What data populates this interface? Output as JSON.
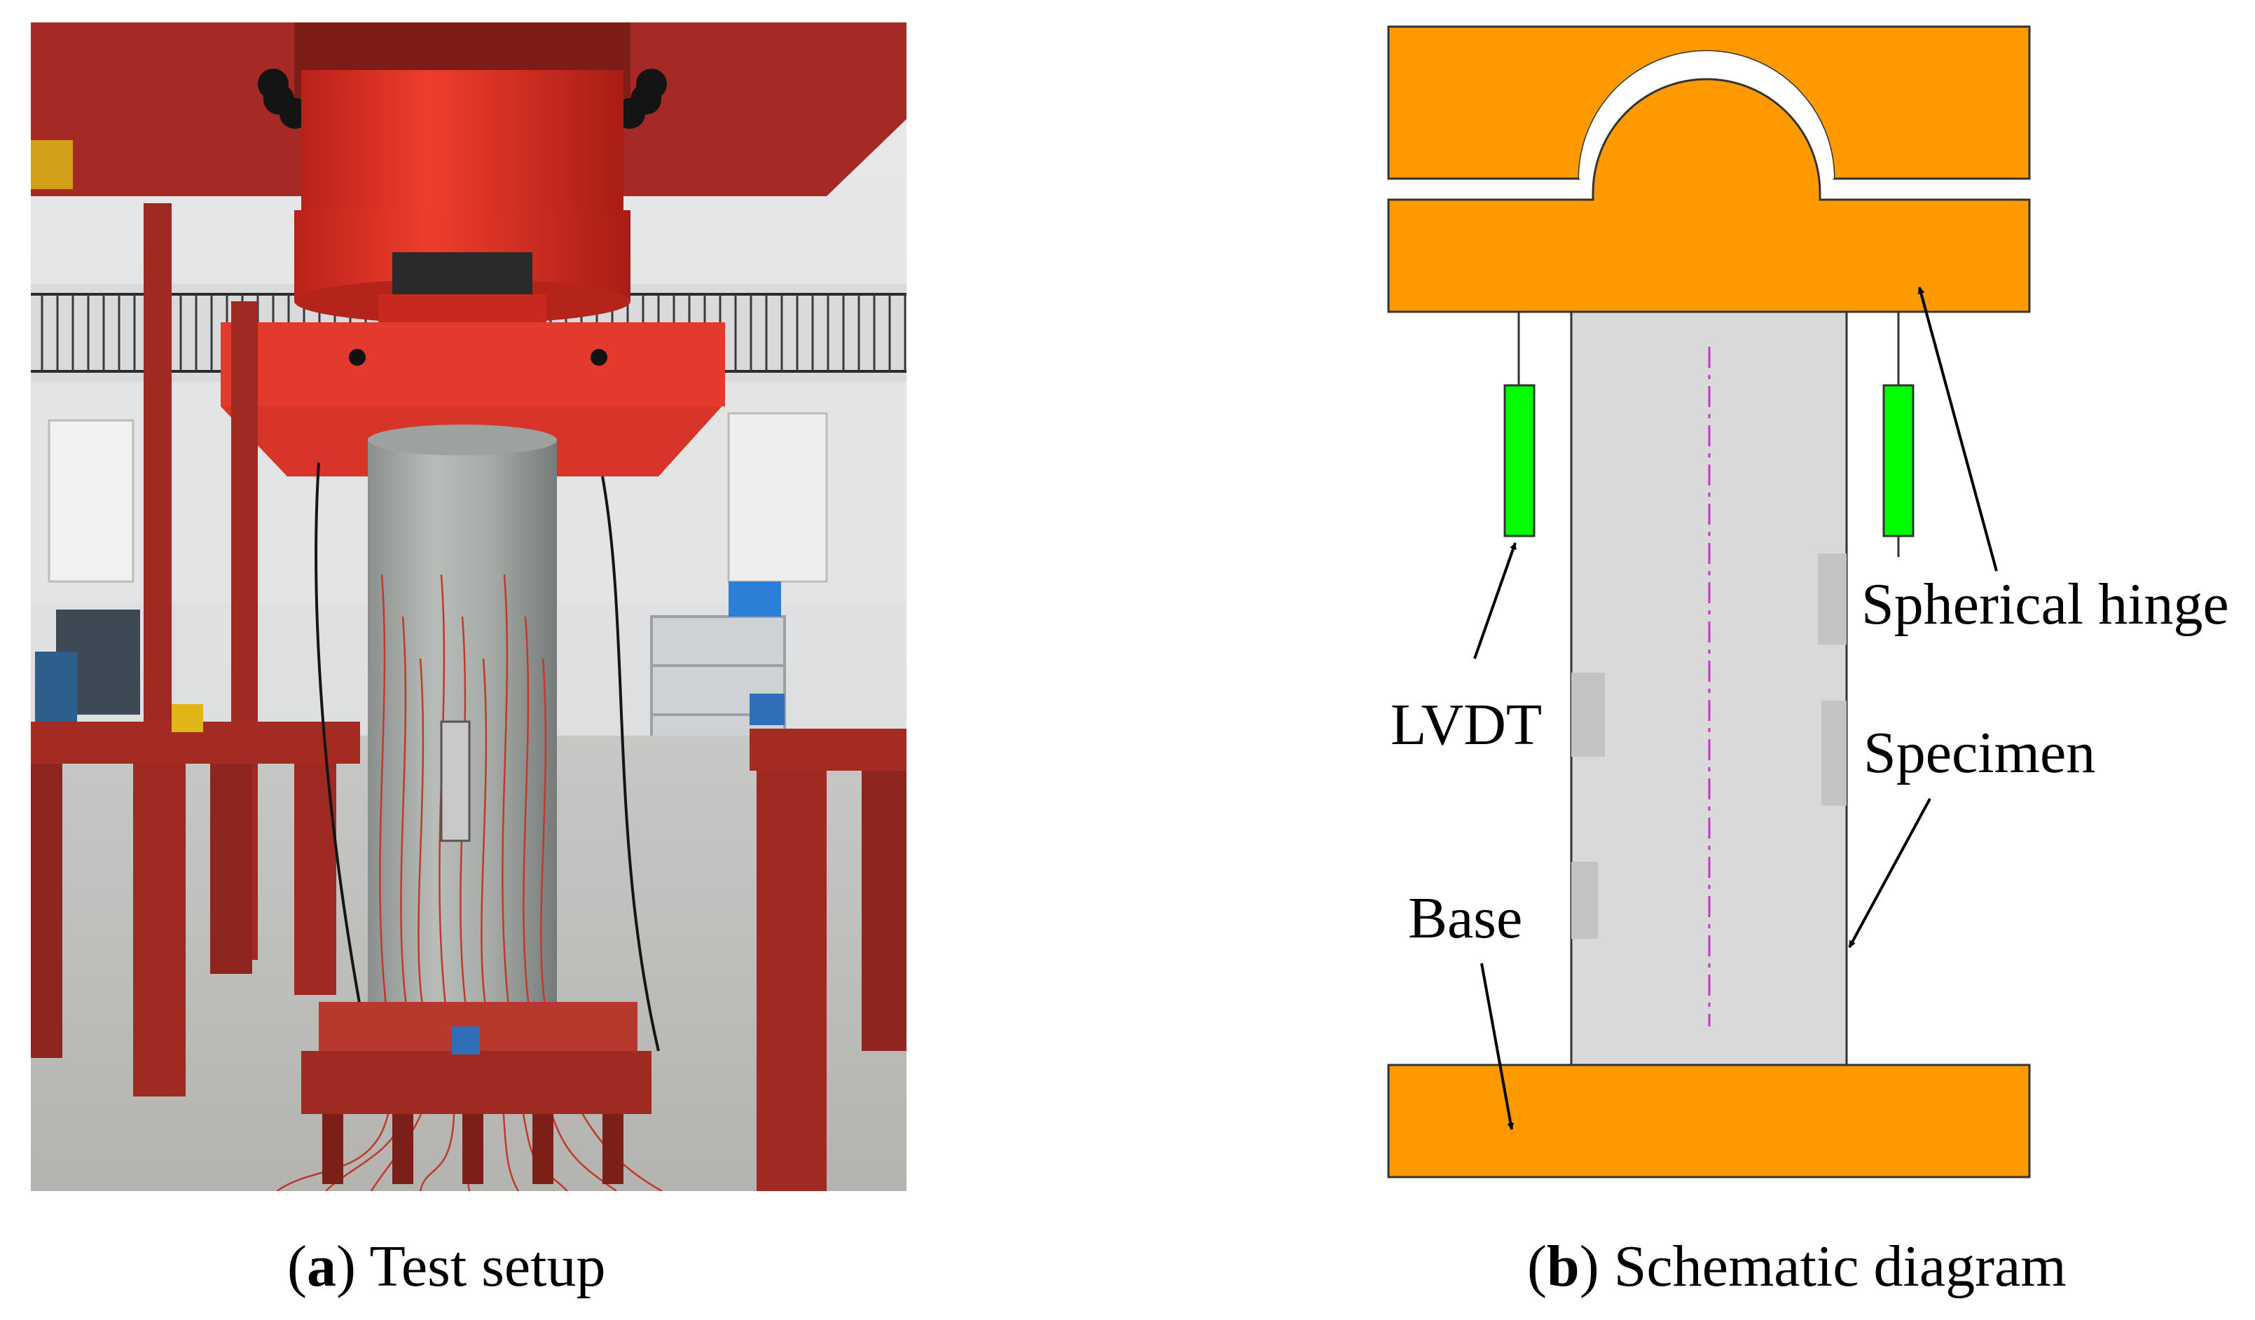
{
  "panel_a": {
    "caption_letter": "a",
    "caption_text": " Test setup"
  },
  "panel_b": {
    "caption_letter": "b",
    "caption_text": " Schematic diagram",
    "labels": {
      "spherical_hinge": "Spherical hinge",
      "lvdt": "LVDT",
      "specimen": "Specimen",
      "base": "Base"
    }
  },
  "colors": {
    "loading_plate": "#ff9900",
    "specimen": "#d9d9d9",
    "lvdt": "#00ff00",
    "axis_line": "#cc33cc",
    "steel_frame": "#9e2a22",
    "actuator": "#e53424"
  }
}
